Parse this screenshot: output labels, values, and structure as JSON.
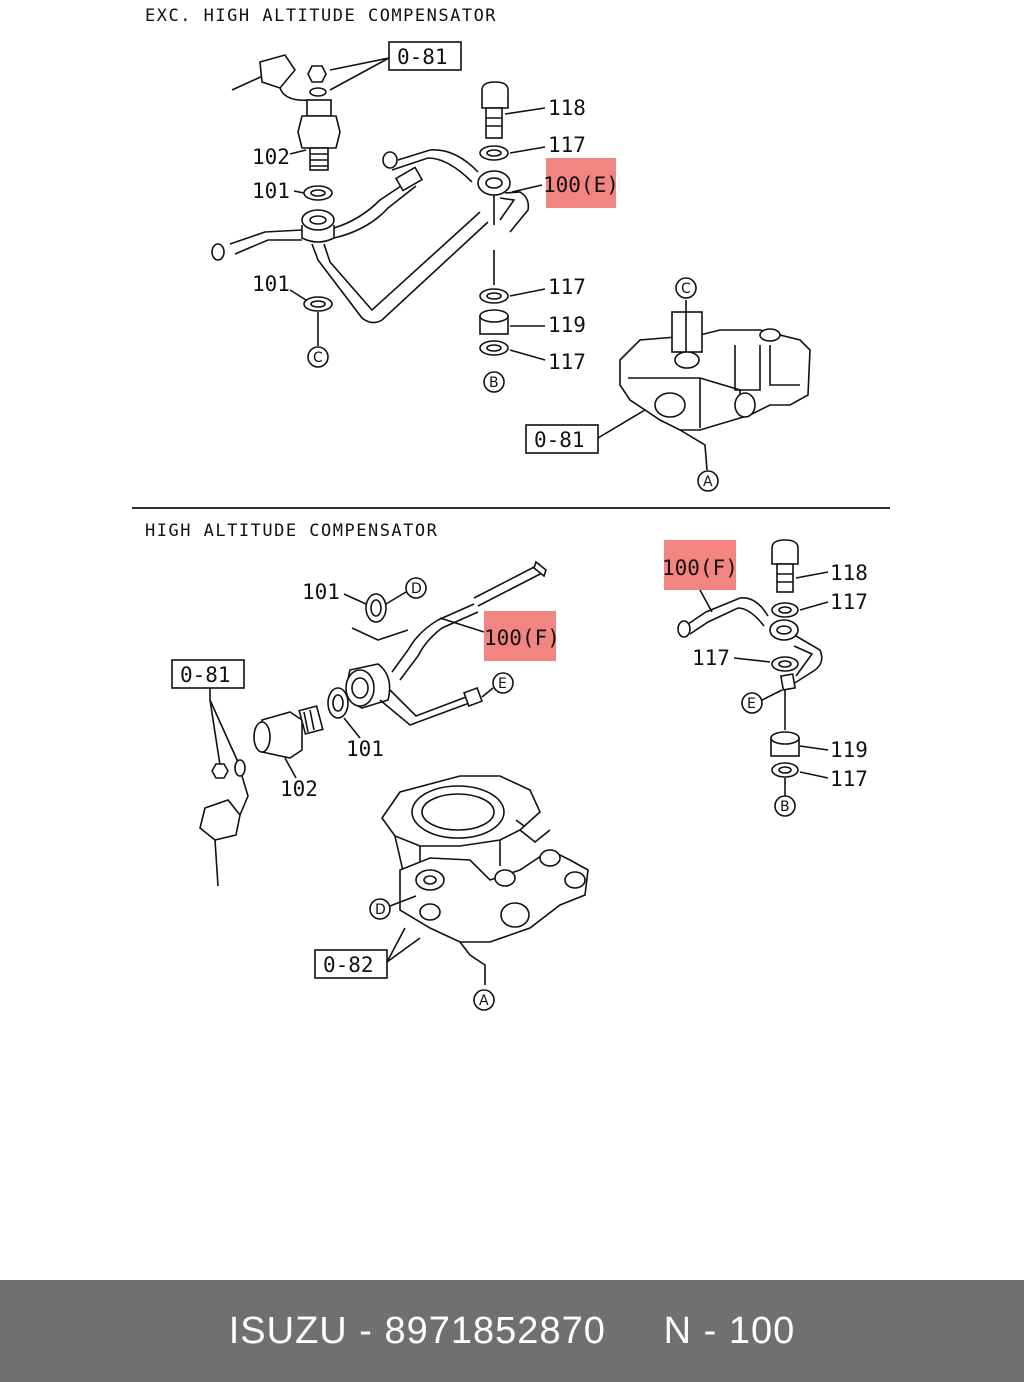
{
  "sections": [
    {
      "title": "EXC. HIGH ALTITUDE COMPENSATOR"
    },
    {
      "title": "HIGH ALTITUDE COMPENSATOR"
    }
  ],
  "top": {
    "ref_081_a": "0-81",
    "ref_081_b": "0-81",
    "l118": "118",
    "l117a": "117",
    "l100e": "100(E)",
    "l102": "102",
    "l101a": "101",
    "l101b": "101",
    "l117b": "117",
    "l119": "119",
    "l117c": "117",
    "cC1": "C",
    "cC2": "C",
    "cB": "B",
    "cA": "A"
  },
  "bottom": {
    "l101a": "101",
    "cD1": "D",
    "l100f_a": "100(F)",
    "ref_081": "0-81",
    "cE1": "E",
    "l101b": "101",
    "l102": "102",
    "l100f_b": "100(F)",
    "l118": "118",
    "l117a": "117",
    "l117b": "117",
    "cE2": "E",
    "l119": "119",
    "l117c": "117",
    "cB": "B",
    "cD2": "D",
    "ref_082": "0-82",
    "cA": "A"
  },
  "highlight_color": "#f28482",
  "footer": {
    "text": "ISUZU - 8971852870     N - 100"
  }
}
